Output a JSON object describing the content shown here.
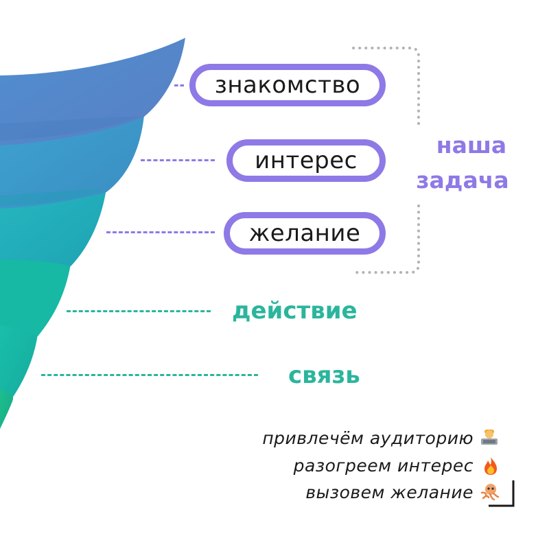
{
  "funnel": {
    "stages": [
      {
        "label": "знакомство",
        "style": "pill",
        "color": "#5a86c9"
      },
      {
        "label": "интерес",
        "style": "pill",
        "color": "#3a9ac4"
      },
      {
        "label": "желание",
        "style": "pill",
        "color": "#22a9b5"
      },
      {
        "label": "действие",
        "style": "text",
        "color": "#19b39f"
      },
      {
        "label": "связь",
        "style": "text",
        "color": "#1fb587"
      }
    ]
  },
  "task": {
    "line1": "наша",
    "line2": "задача"
  },
  "notes": [
    {
      "text": "привлечём аудиторию",
      "icon": "person-laptop-icon"
    },
    {
      "text": "разогреем интерес",
      "icon": "fire-icon"
    },
    {
      "text": "вызовем желание",
      "icon": "octopus-icon"
    }
  ],
  "colors": {
    "accent_purple": "#8f79e6",
    "accent_teal": "#2bb59d",
    "dots_gray": "#b3b3b3"
  }
}
